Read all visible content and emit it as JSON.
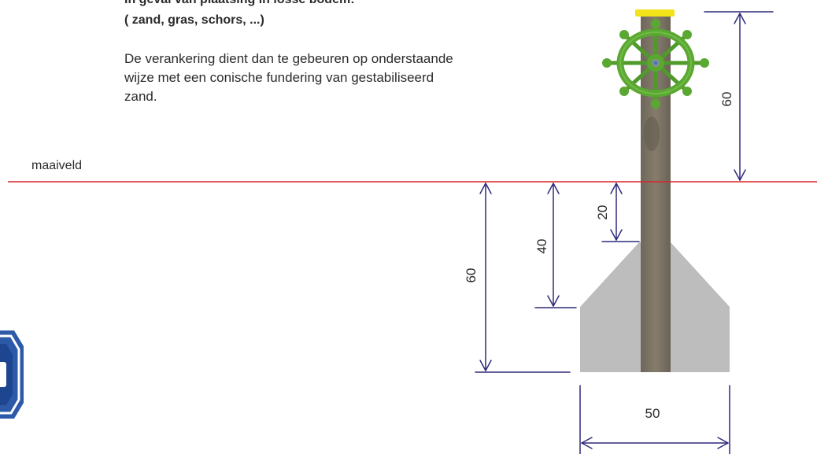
{
  "intro": {
    "heading_line1": "In geval van plaatsing in losse bodem:",
    "heading_line2": "( zand, gras, schors, ...)",
    "description_lines": [
      "De verankering dient dan te gebeuren op onderstaande",
      "wijze met een conische fundering van gestabiliseerd",
      "zand."
    ]
  },
  "ground_label": "maaiveld",
  "dimensions": {
    "above_ground": "60",
    "post_embed": "20",
    "cone_top_depth": "40",
    "foundation_depth": "60",
    "foundation_width": "50"
  },
  "colors": {
    "ground_line": "#d9252a",
    "dimension_lines": "#2e2a7a",
    "post": "#7d7565",
    "post_cap": "#f2e31a",
    "steering_wheel": "#5aa832",
    "foundation": "#bdbdbd",
    "logo": "#2d5aa8"
  }
}
